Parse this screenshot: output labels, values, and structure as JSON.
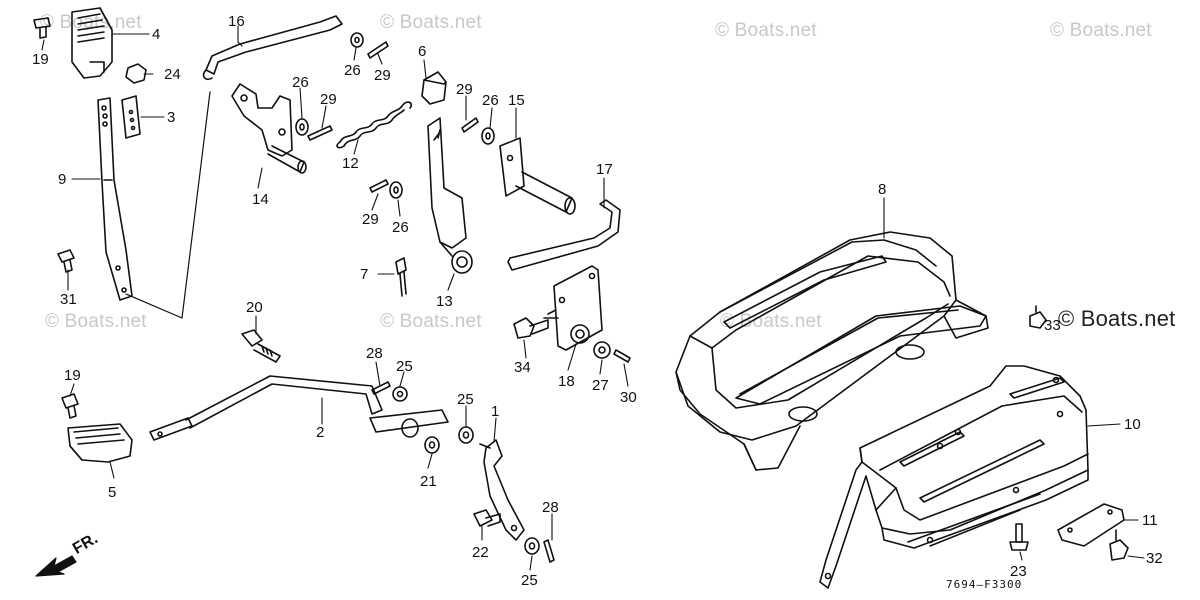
{
  "watermark_text": "© Boats.net",
  "corner_watermark": "© Boats.net",
  "figure_code": "7694–F3300",
  "direction_label": "FR.",
  "callouts": {
    "p1": "1",
    "p2": "2",
    "p3": "3",
    "p4": "4",
    "p5": "5",
    "p6": "6",
    "p7": "7",
    "p8": "8",
    "p9": "9",
    "p10": "10",
    "p11": "11",
    "p12": "12",
    "p13": "13",
    "p14": "14",
    "p15": "15",
    "p16": "16",
    "p17": "17",
    "p18": "18",
    "p19a": "19",
    "p19b": "19",
    "p20": "20",
    "p21": "21",
    "p22": "22",
    "p23": "23",
    "p24": "24",
    "p25a": "25",
    "p25b": "25",
    "p25c": "25",
    "p26a": "26",
    "p26b": "26",
    "p26c": "26",
    "p26d": "26",
    "p27": "27",
    "p28a": "28",
    "p28b": "28",
    "p29a": "29",
    "p29b": "29",
    "p29c": "29",
    "p29d": "29",
    "p30": "30",
    "p31": "31",
    "p32": "32",
    "p33": "33",
    "p34": "34"
  },
  "colors": {
    "line": "#111111",
    "watermark": "#c8c8c8",
    "background": "#ffffff"
  }
}
